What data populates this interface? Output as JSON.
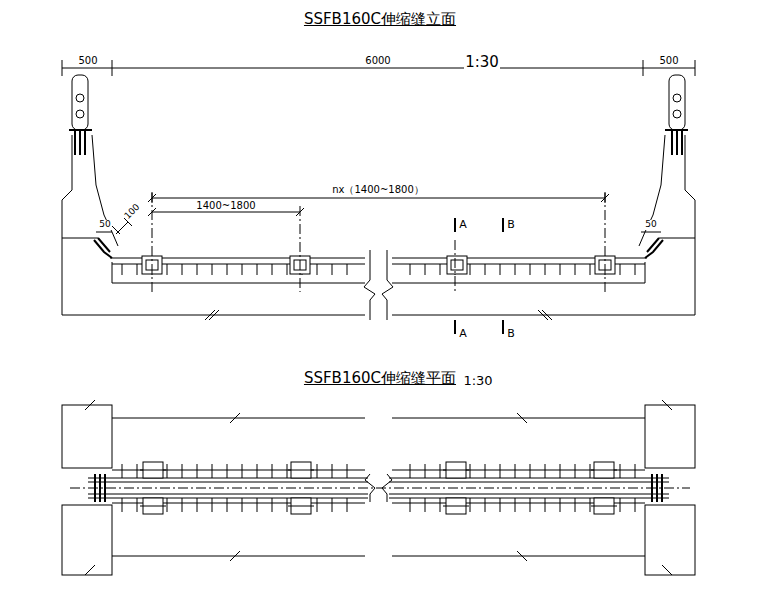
{
  "diagram": {
    "title": "SSFB160C伸缩缝立面",
    "labels": [
      "1:30",
      "500",
      "6000",
      "500",
      "nx（1400~1800）",
      "1400~1800",
      "100",
      "50",
      "50",
      "A",
      "B",
      "A",
      "B",
      "SSFB160C伸缩缝平面",
      "1:30"
    ]
  }
}
